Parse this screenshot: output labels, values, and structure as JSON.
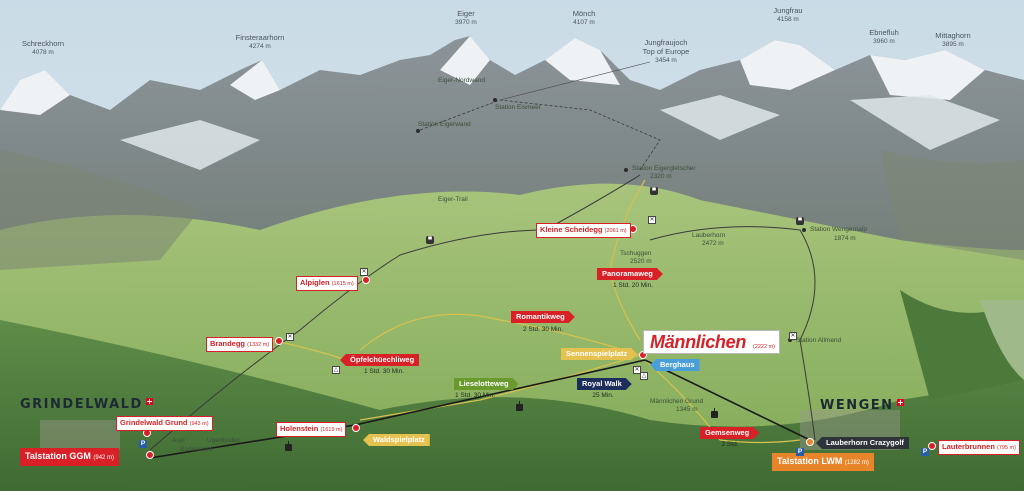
{
  "peaks": [
    {
      "name": "Schreckhorn",
      "elev": "4078 m"
    },
    {
      "name": "Finsteraarhorn",
      "elev": "4274 m"
    },
    {
      "name": "Eiger",
      "elev": "3970 m"
    },
    {
      "name": "Mönch",
      "elev": "4107 m"
    },
    {
      "name": "Jungfraujoch",
      "sub": "Top of Europe",
      "elev": "3454 m"
    },
    {
      "name": "Jungfrau",
      "elev": "4158 m"
    },
    {
      "name": "Ebnefluh",
      "elev": "3960 m"
    },
    {
      "name": "Mittaghorn",
      "elev": "3895 m"
    }
  ],
  "terrain_labels": {
    "eiger_nordwand": "Eiger-Nordwand",
    "station_eismeer": "Station Eismeer",
    "station_eigerwand": "Station Eigerwand",
    "station_eigergletscher": "Station Eigergletscher",
    "eigergletscher_elev": "2320 m",
    "eiger_trail": "Eiger-Trail",
    "lauberhorn": "Lauberhorn",
    "lauberhorn_elev": "2472 m",
    "tschuggen": "Tschuggen",
    "tschuggen_elev": "2520 m",
    "station_wengernalp": "Station Wengernalp",
    "wengernalp_elev": "1874 m",
    "station_allmend": "Station Allmend",
    "maennlichen_grund": "Männlichen Grund",
    "maennlichen_grund_elev": "1345 m",
    "ausserstift": "Aspi",
    "bodenwald": "Bodenwald",
    "ugenboden": "Ugenboden"
  },
  "towns": {
    "grindelwald": "GRINDELWALD",
    "wengen": "WENGEN"
  },
  "stations": {
    "kleine_scheidegg": {
      "name": "Kleine Scheidegg",
      "elev": "(2061 m)"
    },
    "alpiglen": {
      "name": "Alpiglen",
      "elev": "(1615 m)"
    },
    "brandegg": {
      "name": "Brandegg",
      "elev": "(1332 m)"
    },
    "holenstein": {
      "name": "Holenstein",
      "elev": "(1619 m)"
    },
    "grindelwald_grund": {
      "name": "Grindelwald Grund",
      "elev": "(943 m)"
    },
    "lauterbrunnen": {
      "name": "Lauterbrunnen",
      "elev": "(795 m)"
    },
    "talstation_ggm": {
      "name": "Talstation GGM",
      "elev": "(942 m)"
    },
    "talstation_lwm": {
      "name": "Talstation LWM",
      "elev": "(1282 m)"
    }
  },
  "maennlichen": {
    "name": "Männlichen",
    "elev": "(2222 m)"
  },
  "trails": {
    "panoramaweg": {
      "name": "Panoramaweg",
      "duration": "1 Std. 20 Min."
    },
    "romantikweg": {
      "name": "Romantikweg",
      "duration": "2 Std. 30 Min."
    },
    "oepfelchueechliweg": {
      "name": "Öpfelchüechliweg",
      "duration": "1 Std. 30 Min."
    },
    "lieselotteweg": {
      "name": "Lieselotteweg",
      "duration": "1 Std. 30 Min."
    },
    "royal_walk": {
      "name": "Royal Walk",
      "duration": "25 Min."
    },
    "gemsenweg": {
      "name": "Gemsenweg",
      "duration": "2 Std."
    }
  },
  "places": {
    "sennenspielplatz": "Sennenspielplatz",
    "berghaus": "Berghaus",
    "waldspielplatz": "Waldspielplatz",
    "lauberhorn_crazygolf": "Lauberhorn Crazygolf"
  },
  "colors": {
    "brand_red": "#d92027",
    "trail_green": "#6a9a2e",
    "royal_navy": "#1d2d5c",
    "berghaus_blue": "#4a9fd8",
    "playground_yellow": "#e5c24f",
    "lwm_orange": "#e8842a"
  },
  "icons": [
    "gondola-icon",
    "train-icon",
    "parking-icon",
    "playground-icon",
    "restaurant-icon",
    "swiss-flag-icon"
  ]
}
